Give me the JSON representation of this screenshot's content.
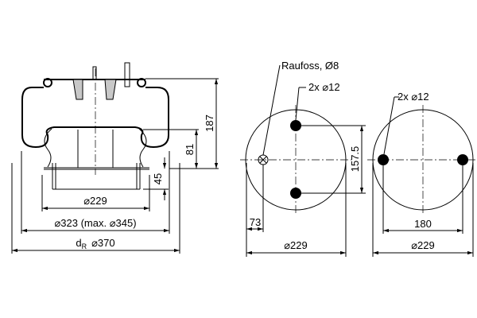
{
  "side_view": {
    "dim_height_total": "187",
    "dim_height_piston": "81",
    "dim_bolt_length": "45",
    "dim_piston_diameter": "⌀229",
    "dim_bellow_diameter": "⌀323 (max. ⌀345)",
    "dim_rolling_diameter_symbol": "d",
    "dim_rolling_diameter_subscript": "R",
    "dim_rolling_diameter": "⌀370"
  },
  "top_plate_view": {
    "air_fitting_label": "Raufoss, Ø8",
    "hole_label": "2x ⌀12",
    "dim_hole_spacing": "157.5",
    "dim_offset": "73",
    "dim_diameter": "⌀229"
  },
  "bottom_plate_view": {
    "hole_label": "2x ⌀12",
    "dim_hole_spacing": "180",
    "dim_diameter": "⌀229"
  }
}
